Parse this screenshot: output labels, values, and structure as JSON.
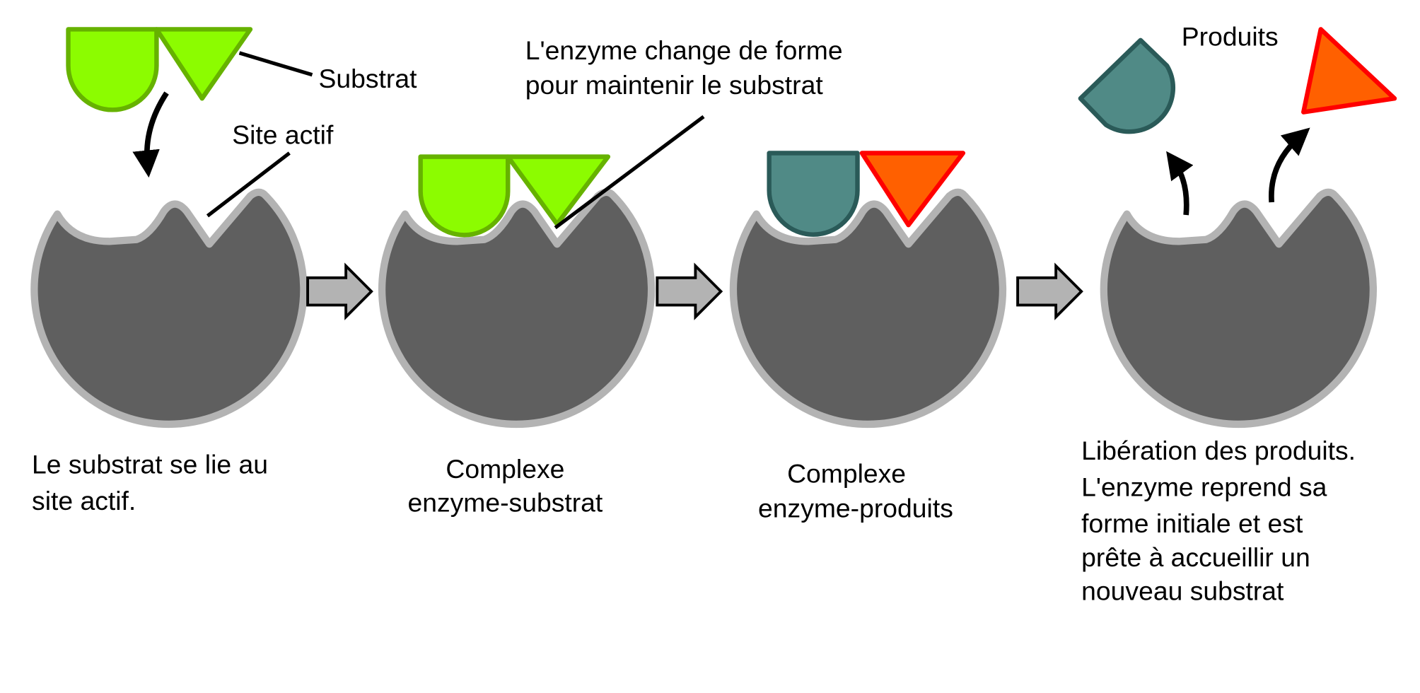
{
  "labels": {
    "substrate": "Substrat",
    "active_site": "Site actif",
    "shape_change": [
      "L'enzyme change de forme",
      "pour maintenir le substrat"
    ],
    "products": "Produits"
  },
  "captions": {
    "step1": [
      "Le substrat se lie au",
      "site actif."
    ],
    "step2": [
      "Complexe",
      "enzyme-substrat"
    ],
    "step3": [
      "Complexe",
      "enzyme-produits"
    ],
    "step4": [
      "Libération des produits.",
      "L'enzyme reprend sa",
      "forme initiale et est",
      "prête à accueillir un",
      "nouveau substrat"
    ]
  },
  "colors": {
    "enzyme": "#5f5f5f",
    "substrate": "#8cfc00",
    "product_teal": "#508a86",
    "product_red": "#ff6000"
  }
}
